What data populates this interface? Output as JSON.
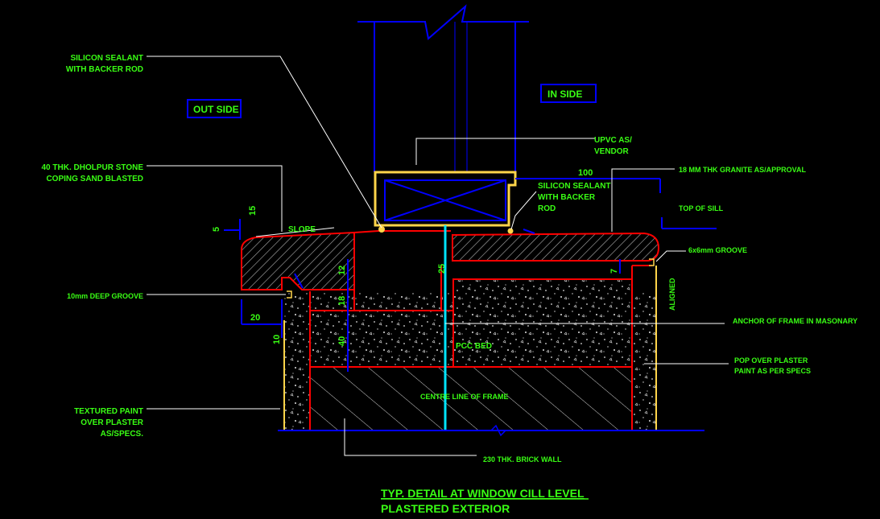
{
  "labels": {
    "silicon_top_1": "SILICON SEALANT",
    "silicon_top_2": "WITH BACKER ROD",
    "out_side": "OUT SIDE",
    "in_side": "IN SIDE",
    "upvc_1": "UPVC AS/",
    "upvc_2": "VENDOR",
    "dholpur_1": "40 THK. DHOLPUR  STONE",
    "dholpur_2": "COPING SAND BLASTED",
    "silicon_mid_1": "SILICON SEALANT",
    "silicon_mid_2": "WITH BACKER",
    "silicon_mid_3": "ROD",
    "granite": "18 MM THK GRANITE AS/APPROVAL",
    "top_of_sill": "TOP OF SILL",
    "slope": "SLOPE",
    "groove_6": "6x6mm GROOVE",
    "deep_groove": "10mm DEEP GROOVE",
    "aligned": "ALIGNED",
    "anchor": "ANCHOR OF FRAME IN MASONARY",
    "pop_1": "POP OVER PLASTER",
    "pop_2": "PAINT AS PER SPECS",
    "pcc_bed": "PCC BED",
    "centre_line": "CENTRE LINE OF FRAME",
    "textured_1": "TEXTURED PAINT",
    "textured_2": "OVER  PLASTER",
    "textured_3": "AS/SPECS.",
    "brick_wall": "230 THK. BRICK WALL"
  },
  "dimensions": {
    "d100": "100",
    "d15": "15",
    "d20": "20",
    "d10": "10",
    "d40": "40",
    "d18": "18",
    "d12": "12",
    "d25": "25",
    "d5": "5",
    "d7": "7"
  },
  "title": {
    "line1": "TYP. DETAIL AT WINDOW CILL LEVEL",
    "line2": "PLASTERED EXTERIOR"
  },
  "colors": {
    "background": "#000000",
    "text": "#39ff14",
    "structure": "#0000ff",
    "outline": "#ff0000",
    "frame": "#ffd54a",
    "leader": "#ffffff",
    "centre_line": "#00e5ff"
  }
}
